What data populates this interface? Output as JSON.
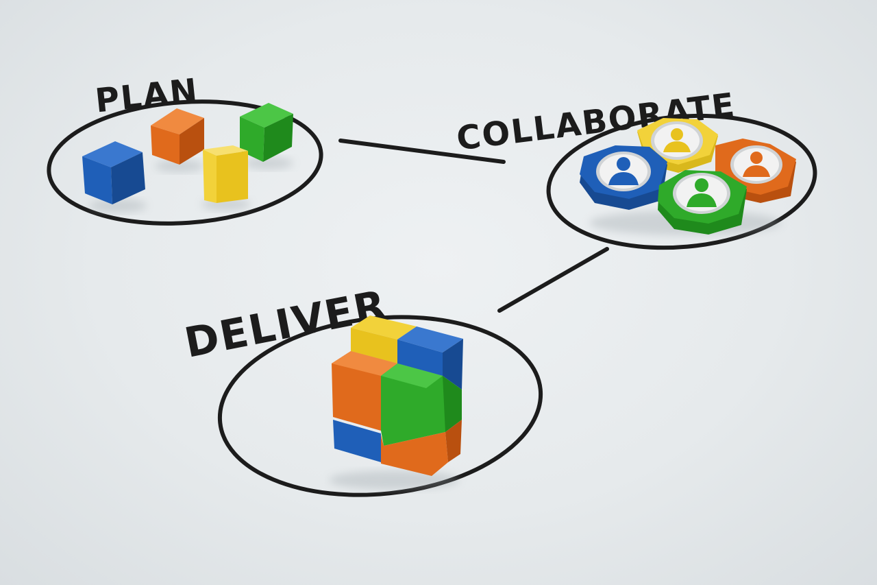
{
  "labels": {
    "plan": "PLAN",
    "collaborate": "COLLABORATE",
    "deliver": "DELIVER"
  },
  "colors": {
    "blue": "#1f5fb8",
    "orange": "#e06a1c",
    "yellow": "#f2d23a",
    "green": "#2faa2a",
    "ink": "#1c1c1c",
    "background": "#e6eaec"
  }
}
